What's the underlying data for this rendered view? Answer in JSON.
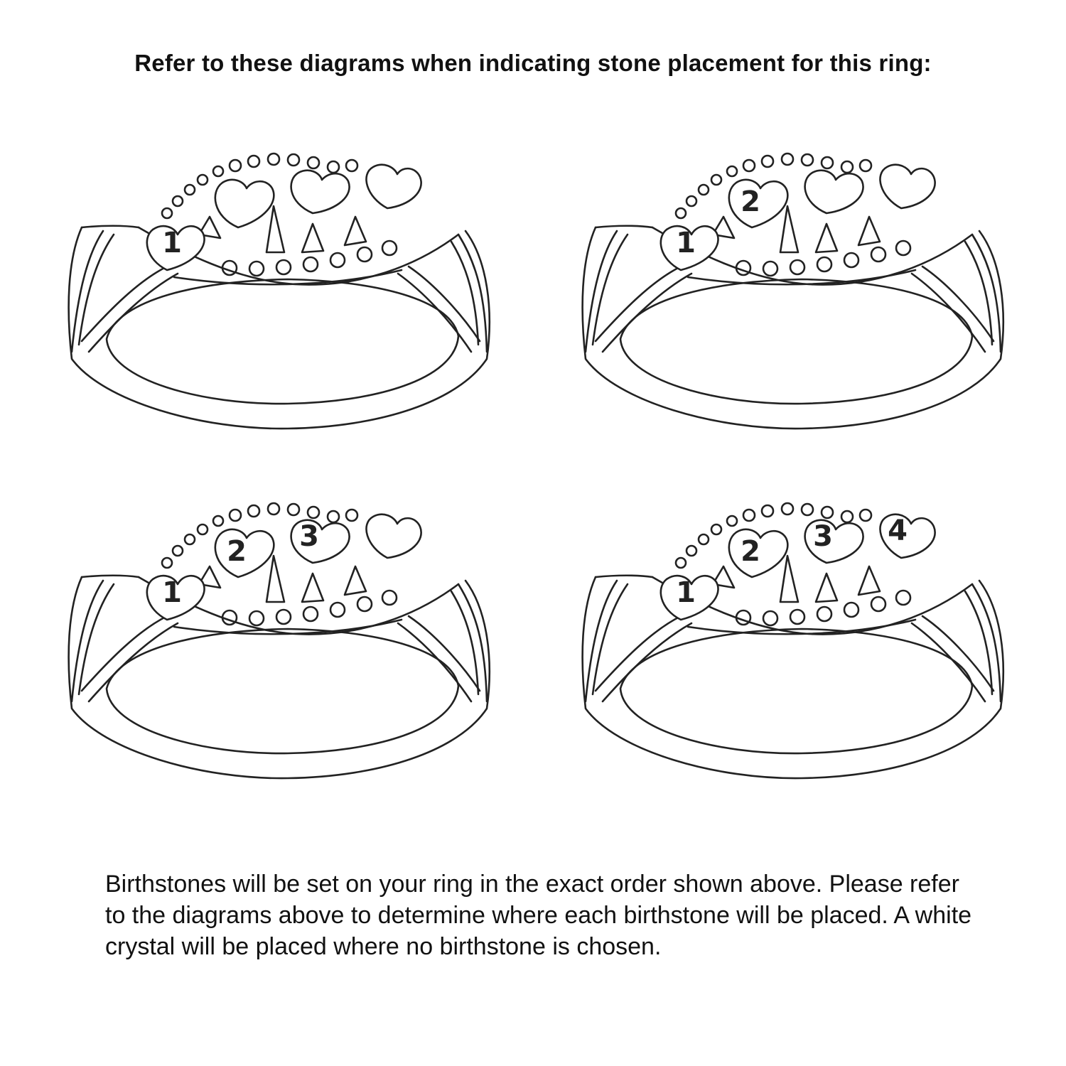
{
  "header": {
    "title": "Refer to these diagrams when indicating stone placement for this ring:"
  },
  "diagrams": [
    {
      "stone_labels": [
        "1"
      ]
    },
    {
      "stone_labels": [
        "1",
        "2"
      ]
    },
    {
      "stone_labels": [
        "1",
        "2",
        "3"
      ]
    },
    {
      "stone_labels": [
        "1",
        "2",
        "3",
        "4"
      ]
    }
  ],
  "note": {
    "text": "Birthstones will be set on your ring in the exact order shown above. Please refer to the diagrams above to determine where each birthstone will be placed. A white crystal will be placed where no birthstone is chosen."
  }
}
